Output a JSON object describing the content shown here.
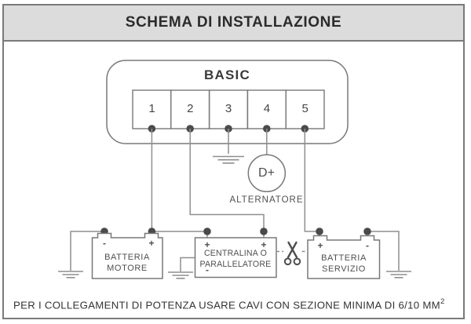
{
  "header": {
    "title": "SCHEMA DI INSTALLAZIONE"
  },
  "device": {
    "name": "BASIC",
    "terminals": [
      "1",
      "2",
      "3",
      "4",
      "5"
    ]
  },
  "alternator": {
    "terminal_label": "D+",
    "label": "ALTERNATORE"
  },
  "components": {
    "battery_engine": {
      "line1": "BATTERIA",
      "line2": "MOTORE",
      "neg": "-",
      "pos": "+"
    },
    "control_unit": {
      "line1": "CENTRALINA O",
      "line2": "PARALLELATORE",
      "pos_left": "+",
      "pos_right": "+",
      "neg": "-"
    },
    "battery_service": {
      "line1": "BATTERIA",
      "line2": "SERVIZIO",
      "pos": "+",
      "neg": "-"
    }
  },
  "icons": {
    "ground": "ground-icon",
    "scissors": "scissors-icon"
  },
  "footer": {
    "note": "PER I COLLEGAMENTI DI POTENZA USARE CAVI CON SEZIONE MINIMA DI 6/10 MM",
    "note_sup": "2"
  },
  "colors": {
    "header_bg": "#dcdcdc",
    "frame_border": "#7a7a7a",
    "wire": "#8f8f8f",
    "outline": "#787878",
    "dot": "#4a4a4a",
    "text_dark": "#2b2b2b",
    "text_gray": "#4f4f4f"
  }
}
